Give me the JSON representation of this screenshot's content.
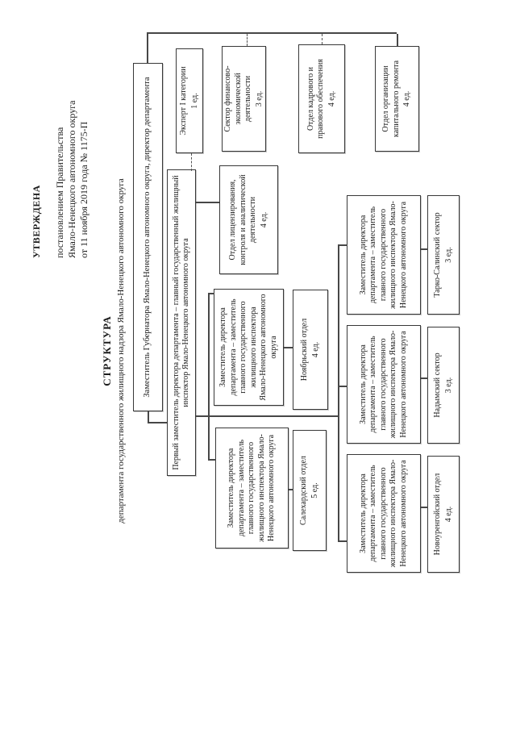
{
  "approval": {
    "approved": "УТВЕРЖДЕНА",
    "by_line1": "постановлением Правительства",
    "by_line2": "Ямало-Ненецкого автономного округа",
    "by_line3": "от 11 ноября 2019 года № 1175-П"
  },
  "title": {
    "heading": "СТРУКТУРА",
    "subheading": "департамента государственного жилищного надзора Ямало-Ненецкого автономного округа"
  },
  "org": {
    "root": "Заместитель Губернатора Ямало-Ненецкого автономного округа, директор департамента",
    "first_deputy": "Первый заместитель директора департамента – главный государственный жилищный инспектор Ямало-Ненецкого автономного округа",
    "deputy": "Заместитель директора департамента – заместитель главного государственного жилищного инспектора Ямало-Ненецкого автономного округа",
    "expert": {
      "label": "Эксперт I категории",
      "units": "1 ед."
    },
    "finance_sector": {
      "label": "Сектор финансово-экономической деятельности",
      "units": "3 ед."
    },
    "hr_legal": {
      "label": "Отдел кадрового и правового обеспечения",
      "units": "4 ед."
    },
    "capital_repair": {
      "label": "Отдел организации капитального ремонта",
      "units": "4 ед."
    },
    "licensing": {
      "label": "Отдел лицензирования, контроля и аналитической деятельности",
      "units": "4 ед."
    },
    "noyabrsk": {
      "label": "Ноябрьский отдел",
      "units": "4 ед."
    },
    "salekhard": {
      "label": "Салехардский отдел",
      "units": "5 ед."
    },
    "tarko_sale": {
      "label": "Тарко-Салинский сектор",
      "units": "3 ед."
    },
    "nadym": {
      "label": "Надымский сектор",
      "units": "3 ед."
    },
    "novy_urengoy": {
      "label": "Новоуренгойский отдел",
      "units": "4 ед."
    }
  }
}
